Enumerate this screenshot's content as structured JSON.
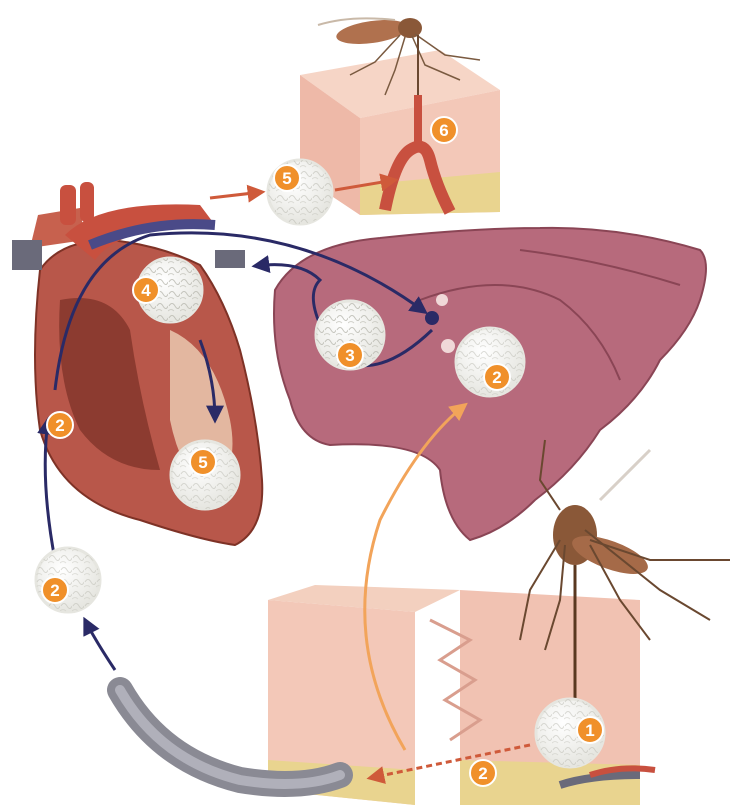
{
  "badges": {
    "mosquito_bite": "1",
    "skin_entry": "2",
    "venous_left": "2",
    "right_heart": "2",
    "lung_right": "2",
    "lung_left": "3",
    "heart_top": "4",
    "heart_bottom": "5",
    "circulation": "5",
    "skin_top": "6"
  },
  "colors": {
    "badge": "#f0902a",
    "skin": "#f2c4b4",
    "fat": "#e9d48f",
    "lung": "#b76a7c",
    "heart": "#b8574a",
    "arrow_dark": "#2a2a66",
    "arrow_red": "#cf5a3a",
    "arrow_orange": "#f2a45a"
  }
}
